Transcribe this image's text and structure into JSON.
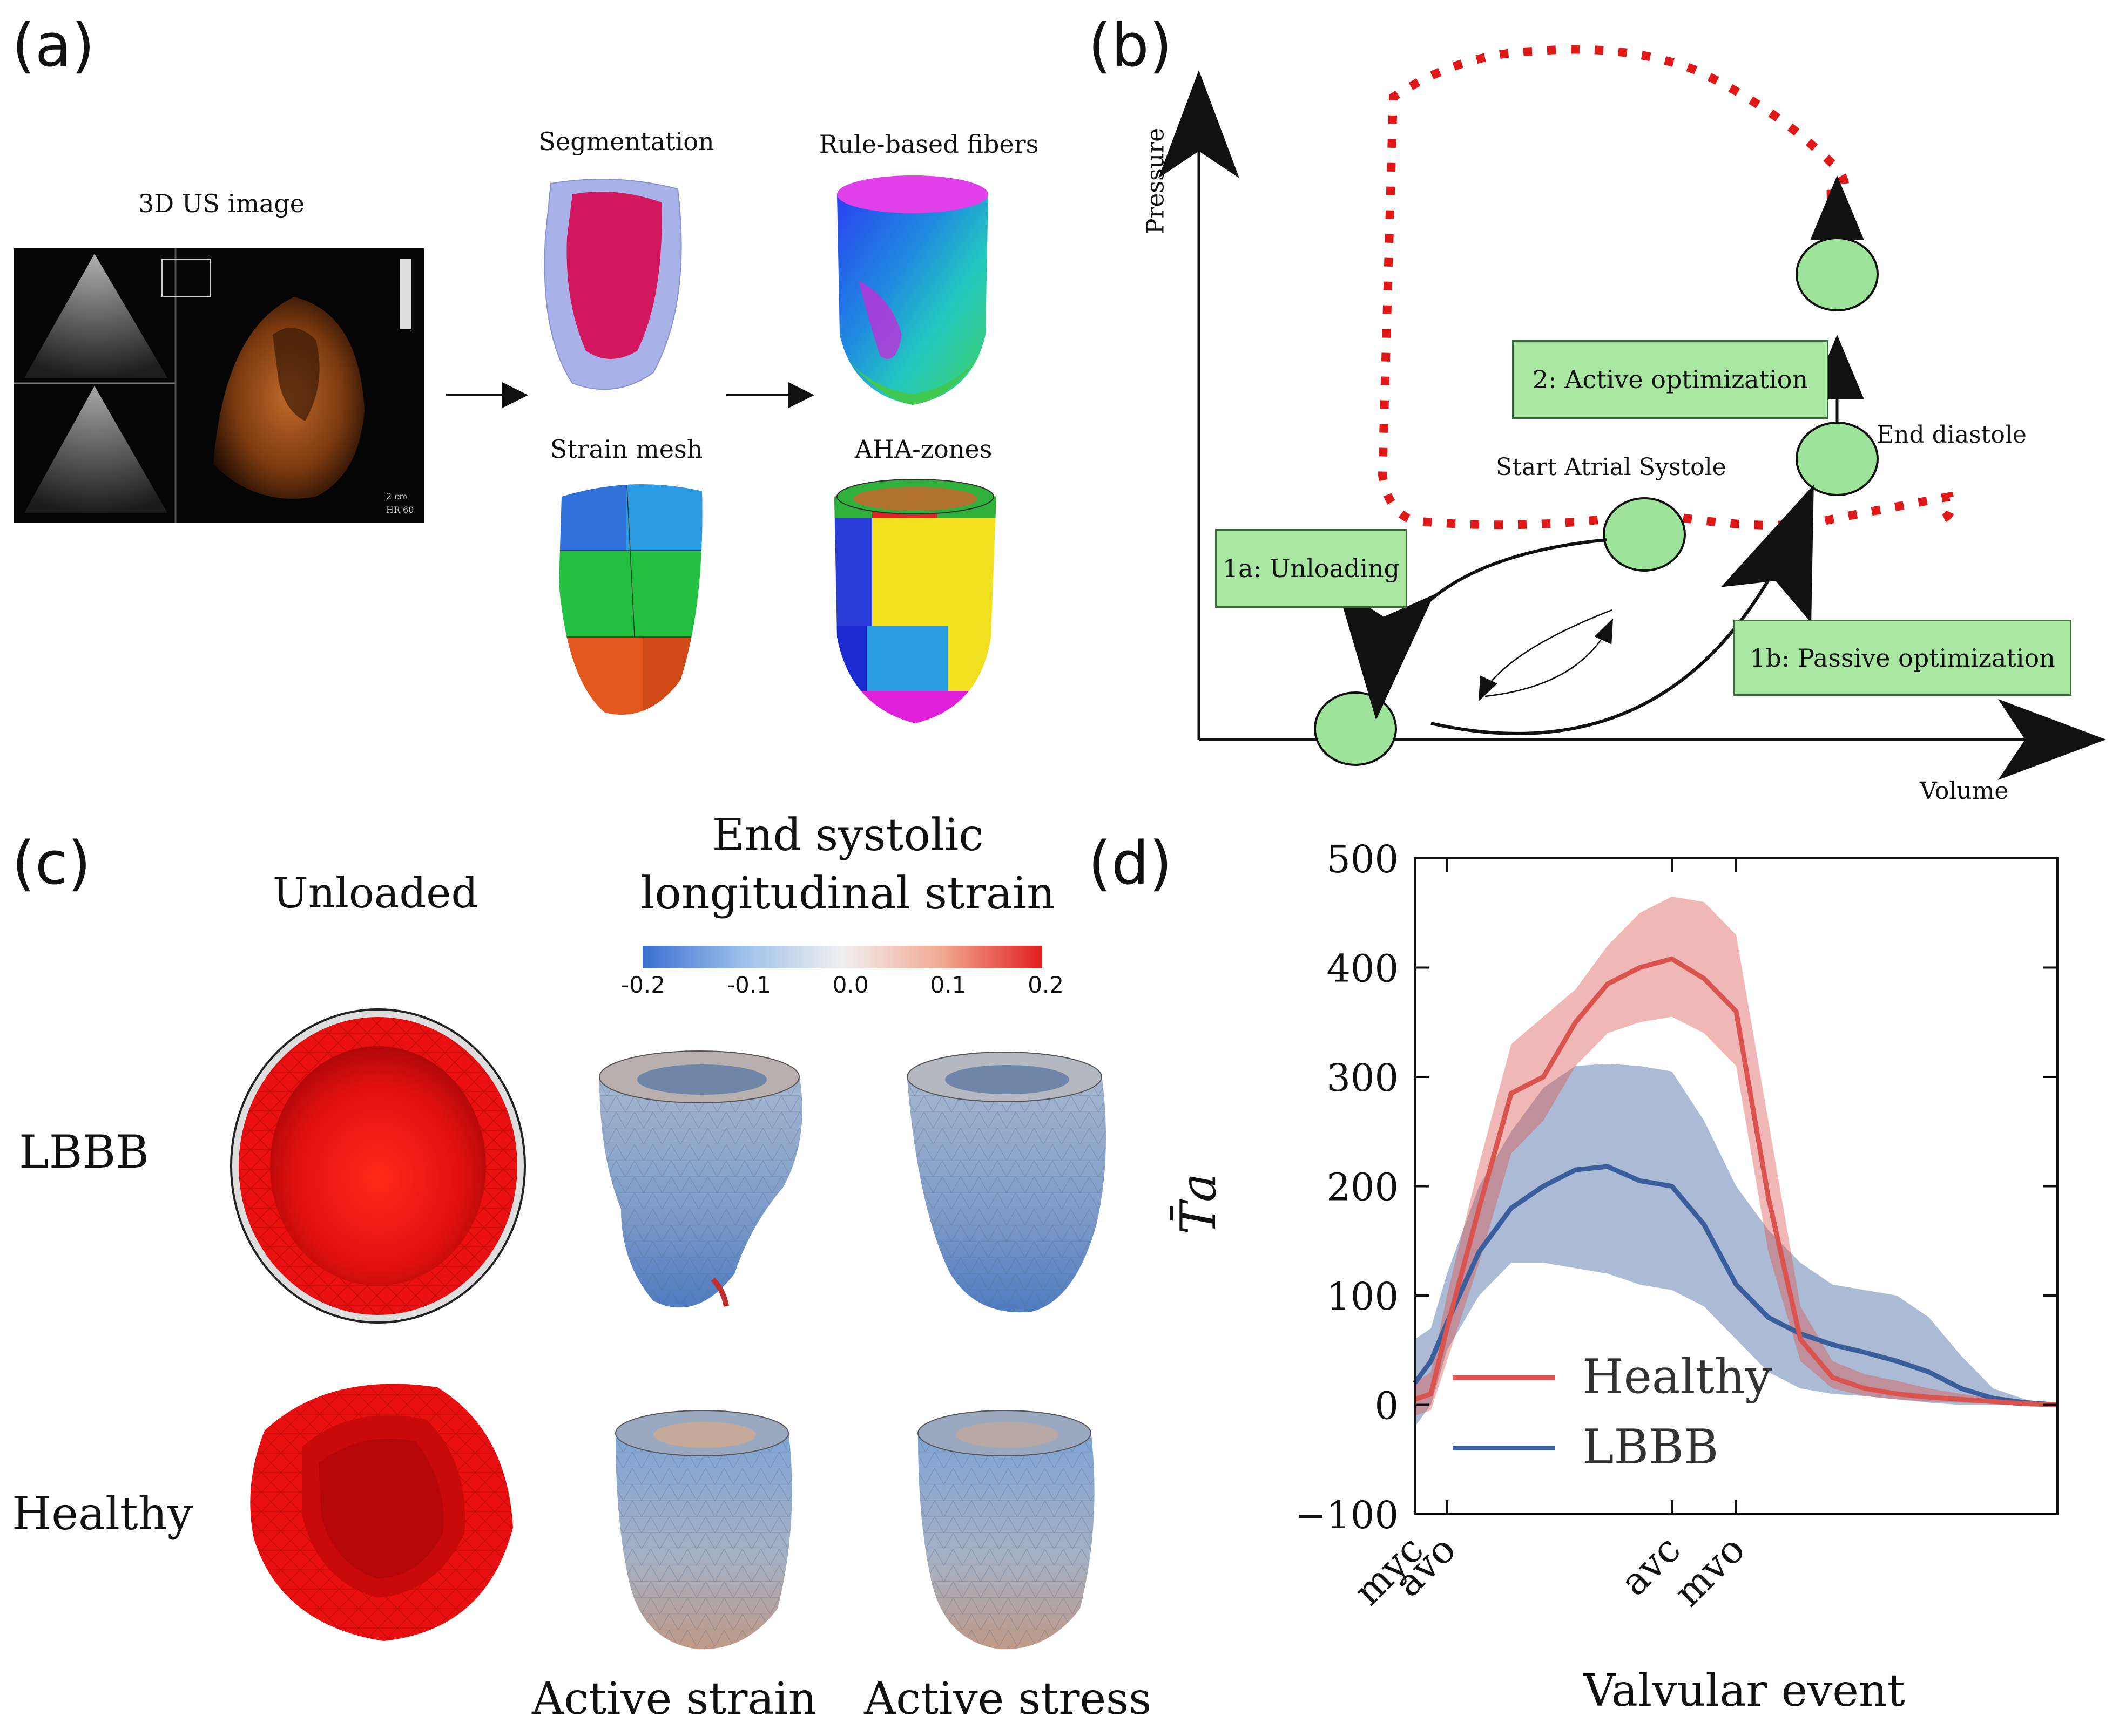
{
  "panels": {
    "a": {
      "letter": "(a)",
      "us_caption": "3D US image",
      "segmentation": "Segmentation",
      "fibers": "Rule-based fibers",
      "strain_mesh": "Strain mesh",
      "aha": "AHA-zones",
      "us_scale": "2 cm",
      "us_hr": "HR 60"
    },
    "b": {
      "letter": "(b)",
      "ylabel": "Pressure",
      "xlabel": "Volume",
      "active_opt": "2: Active optimization",
      "end_diastole": "End diastole",
      "start_atrial": "Start Atrial Systole",
      "unloading": "1a: Unloading",
      "passive_opt": "1b: Passive optimization"
    },
    "c": {
      "letter": "(c)",
      "unloaded": "Unloaded",
      "title_line1": "End systolic",
      "title_line2": "longitudinal strain",
      "row_lbbb": "LBBB",
      "row_healthy": "Healthy",
      "col_active_strain": "Active strain",
      "col_active_stress": "Active stress",
      "colorbar_ticks": [
        "-0.2",
        "-0.1",
        "0.0",
        "0.1",
        "0.2"
      ],
      "colors": {
        "low": "#3b6fd0",
        "mid": "#f0f0f0",
        "high": "#e02020"
      }
    },
    "d": {
      "letter": "(d)"
    }
  },
  "chart_data": {
    "type": "line",
    "title": "",
    "xlabel": "Valvular event",
    "ylabel": "T̄a",
    "ylim": [
      -100,
      500
    ],
    "yticks": [
      -100,
      0,
      100,
      200,
      300,
      400,
      500
    ],
    "xlim": [
      0,
      20
    ],
    "xticks": [
      {
        "label": "myc",
        "x": 0
      },
      {
        "label": "avo",
        "x": 1
      },
      {
        "label": "avc",
        "x": 8
      },
      {
        "label": "mvo",
        "x": 10
      }
    ],
    "legend_position": "lower-left",
    "series": [
      {
        "name": "Healthy",
        "color": "#d9534f",
        "x": [
          0,
          0.5,
          1,
          2,
          3,
          4,
          5,
          6,
          7,
          8,
          9,
          10,
          11,
          12,
          13,
          14,
          15,
          16,
          17,
          18,
          19,
          20
        ],
        "mean": [
          5,
          10,
          70,
          180,
          285,
          300,
          350,
          385,
          400,
          408,
          390,
          360,
          190,
          60,
          25,
          15,
          10,
          7,
          5,
          3,
          1,
          0
        ],
        "lower": [
          -10,
          -5,
          40,
          130,
          230,
          260,
          310,
          340,
          350,
          355,
          340,
          310,
          140,
          40,
          15,
          8,
          5,
          3,
          2,
          1,
          0,
          0
        ],
        "upper": [
          20,
          30,
          100,
          220,
          330,
          355,
          380,
          420,
          450,
          465,
          460,
          430,
          260,
          90,
          40,
          28,
          22,
          15,
          10,
          6,
          3,
          0
        ]
      },
      {
        "name": "LBBB",
        "color": "#3a5e9c",
        "x": [
          0,
          0.5,
          1,
          2,
          3,
          4,
          5,
          6,
          7,
          8,
          9,
          10,
          11,
          12,
          13,
          14,
          15,
          16,
          17,
          18,
          19,
          20
        ],
        "mean": [
          20,
          40,
          75,
          140,
          180,
          200,
          215,
          218,
          205,
          200,
          165,
          110,
          80,
          65,
          55,
          48,
          40,
          30,
          15,
          6,
          2,
          0
        ],
        "lower": [
          -20,
          0,
          50,
          100,
          130,
          130,
          125,
          120,
          110,
          105,
          90,
          60,
          30,
          15,
          10,
          8,
          5,
          2,
          0,
          0,
          0,
          0
        ],
        "upper": [
          60,
          70,
          120,
          200,
          250,
          290,
          310,
          312,
          310,
          305,
          260,
          200,
          160,
          130,
          110,
          105,
          100,
          80,
          45,
          15,
          5,
          0
        ]
      }
    ]
  }
}
